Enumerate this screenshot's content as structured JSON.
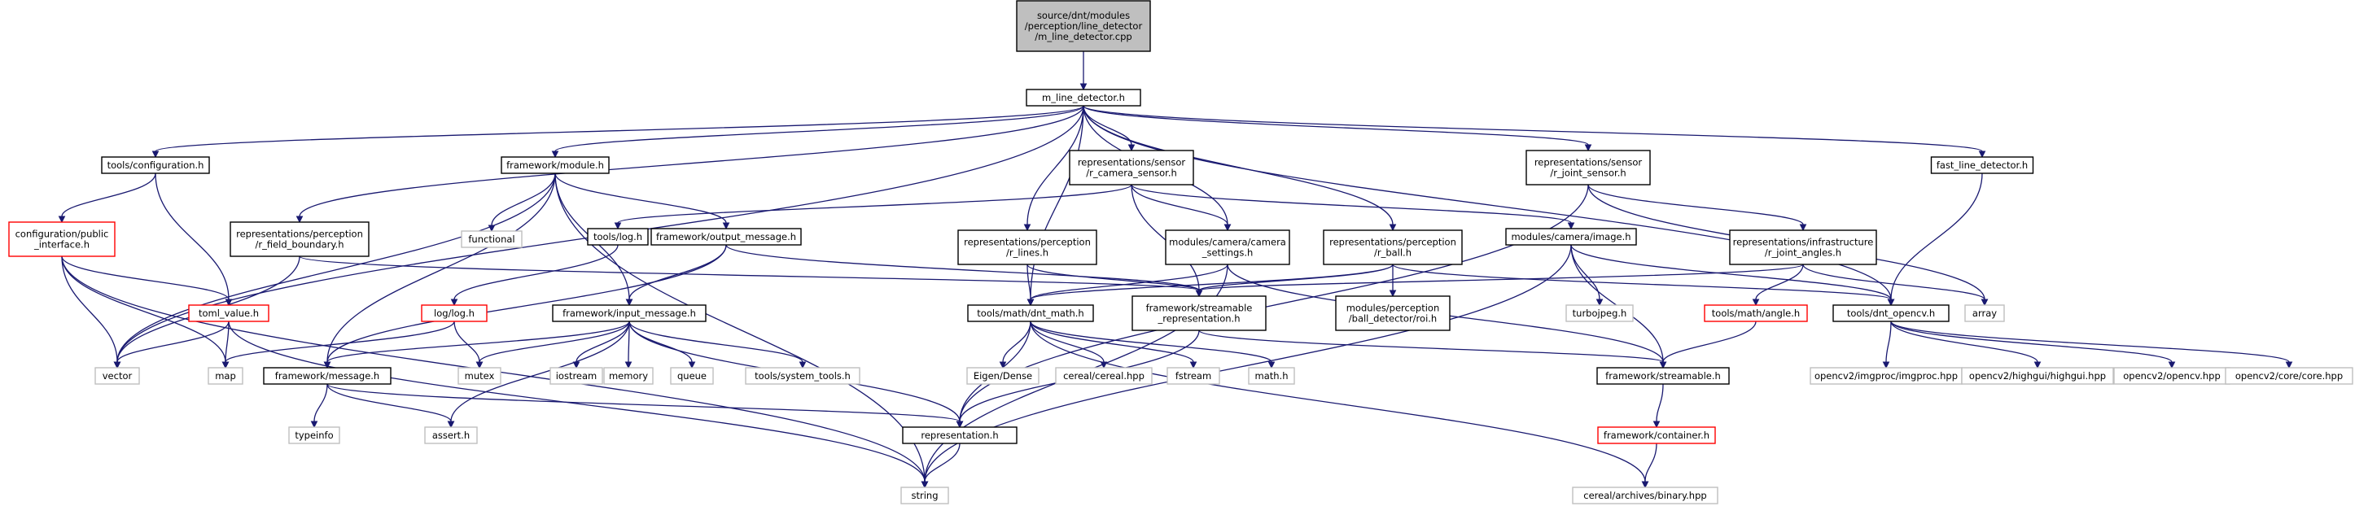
{
  "graph": {
    "colors": {
      "edge": "#191970",
      "root_fill": "#bfbfbf",
      "root_border": "#000000",
      "documented_border": "#000000",
      "undocumented_border": "#bfbfbf",
      "incomplete_border": "#ff0000"
    },
    "nodes": [
      {
        "id": "root",
        "label": "source/dnt/modules\n/perception/line_detector\n/m_line_detector.cpp",
        "style": "root"
      },
      {
        "id": "mld",
        "label": "m_line_detector.h",
        "style": "documented"
      },
      {
        "id": "conf",
        "label": "tools/configuration.h",
        "style": "documented"
      },
      {
        "id": "fmod",
        "label": "framework/module.h",
        "style": "documented"
      },
      {
        "id": "rcam",
        "label": "representations/sensor\n/r_camera_sensor.h",
        "style": "documented"
      },
      {
        "id": "rjoint",
        "label": "representations/sensor\n/r_joint_sensor.h",
        "style": "documented"
      },
      {
        "id": "fld",
        "label": "fast_line_detector.h",
        "style": "documented"
      },
      {
        "id": "cpi",
        "label": "configuration/public\n_interface.h",
        "style": "incomplete"
      },
      {
        "id": "rfb",
        "label": "representations/perception\n/r_field_boundary.h",
        "style": "documented"
      },
      {
        "id": "func",
        "label": "functional",
        "style": "undocumented"
      },
      {
        "id": "tlog",
        "label": "tools/log.h",
        "style": "documented"
      },
      {
        "id": "fout",
        "label": "framework/output_message.h",
        "style": "documented"
      },
      {
        "id": "rlines",
        "label": "representations/perception\n/r_lines.h",
        "style": "documented"
      },
      {
        "id": "mcs",
        "label": "modules/camera/camera\n_settings.h",
        "style": "documented"
      },
      {
        "id": "rball",
        "label": "representations/perception\n/r_ball.h",
        "style": "documented"
      },
      {
        "id": "mimg",
        "label": "modules/camera/image.h",
        "style": "documented"
      },
      {
        "id": "rja",
        "label": "representations/infrastructure\n/r_joint_angles.h",
        "style": "documented"
      },
      {
        "id": "toml",
        "label": "toml_value.h",
        "style": "incomplete"
      },
      {
        "id": "loglog",
        "label": "log/log.h",
        "style": "incomplete"
      },
      {
        "id": "fin",
        "label": "framework/input_message.h",
        "style": "documented"
      },
      {
        "id": "dmath",
        "label": "tools/math/dnt_math.h",
        "style": "documented"
      },
      {
        "id": "fsr",
        "label": "framework/streamable\n_representation.h",
        "style": "documented"
      },
      {
        "id": "roi",
        "label": "modules/perception\n/ball_detector/roi.h",
        "style": "documented"
      },
      {
        "id": "turbo",
        "label": "turbojpeg.h",
        "style": "undocumented"
      },
      {
        "id": "angle",
        "label": "tools/math/angle.h",
        "style": "incomplete"
      },
      {
        "id": "ocv",
        "label": "tools/dnt_opencv.h",
        "style": "documented"
      },
      {
        "id": "array",
        "label": "array",
        "style": "undocumented"
      },
      {
        "id": "vector",
        "label": "vector",
        "style": "undocumented"
      },
      {
        "id": "map",
        "label": "map",
        "style": "undocumented"
      },
      {
        "id": "fmsg",
        "label": "framework/message.h",
        "style": "documented"
      },
      {
        "id": "mutex",
        "label": "mutex",
        "style": "undocumented"
      },
      {
        "id": "iostream",
        "label": "iostream",
        "style": "undocumented"
      },
      {
        "id": "memory",
        "label": "memory",
        "style": "undocumented"
      },
      {
        "id": "queue",
        "label": "queue",
        "style": "undocumented"
      },
      {
        "id": "tsys",
        "label": "tools/system_tools.h",
        "style": "undocumented"
      },
      {
        "id": "eigen",
        "label": "Eigen/Dense",
        "style": "undocumented"
      },
      {
        "id": "cereal",
        "label": "cereal/cereal.hpp",
        "style": "undocumented"
      },
      {
        "id": "fstream",
        "label": "fstream",
        "style": "undocumented"
      },
      {
        "id": "mathh",
        "label": "math.h",
        "style": "undocumented"
      },
      {
        "id": "fstream2",
        "label": "framework/streamable.h",
        "style": "documented"
      },
      {
        "id": "imgproc",
        "label": "opencv2/imgproc/imgproc.hpp",
        "style": "undocumented"
      },
      {
        "id": "highgui",
        "label": "opencv2/highgui/highgui.hpp",
        "style": "undocumented"
      },
      {
        "id": "opencv",
        "label": "opencv2/opencv.hpp",
        "style": "undocumented"
      },
      {
        "id": "ocore",
        "label": "opencv2/core/core.hpp",
        "style": "undocumented"
      },
      {
        "id": "typeinfo",
        "label": "typeinfo",
        "style": "undocumented"
      },
      {
        "id": "assert",
        "label": "assert.h",
        "style": "undocumented"
      },
      {
        "id": "repr",
        "label": "representation.h",
        "style": "documented"
      },
      {
        "id": "fcont",
        "label": "framework/container.h",
        "style": "incomplete"
      },
      {
        "id": "string",
        "label": "string",
        "style": "undocumented"
      },
      {
        "id": "binary",
        "label": "cereal/archives/binary.hpp",
        "style": "undocumented"
      }
    ],
    "edges": [
      [
        "root",
        "mld"
      ],
      [
        "mld",
        "conf"
      ],
      [
        "mld",
        "fmod"
      ],
      [
        "mld",
        "rcam"
      ],
      [
        "mld",
        "rjoint"
      ],
      [
        "mld",
        "fld"
      ],
      [
        "mld",
        "rfb"
      ],
      [
        "mld",
        "rlines"
      ],
      [
        "mld",
        "mcs"
      ],
      [
        "mld",
        "rball"
      ],
      [
        "mld",
        "dmath"
      ],
      [
        "mld",
        "ocv"
      ],
      [
        "mld",
        "vector"
      ],
      [
        "conf",
        "cpi"
      ],
      [
        "conf",
        "toml"
      ],
      [
        "cpi",
        "toml"
      ],
      [
        "cpi",
        "vector"
      ],
      [
        "cpi",
        "map"
      ],
      [
        "cpi",
        "string"
      ],
      [
        "toml",
        "vector"
      ],
      [
        "toml",
        "map"
      ],
      [
        "toml",
        "string"
      ],
      [
        "fmod",
        "vector"
      ],
      [
        "fmod",
        "func"
      ],
      [
        "fmod",
        "fout"
      ],
      [
        "fmod",
        "fin"
      ],
      [
        "fmod",
        "fmsg"
      ],
      [
        "fmod",
        "string"
      ],
      [
        "rfb",
        "vector"
      ],
      [
        "rfb",
        "fsr"
      ],
      [
        "rcam",
        "tlog"
      ],
      [
        "rcam",
        "mcs"
      ],
      [
        "rcam",
        "mimg"
      ],
      [
        "rcam",
        "fsr"
      ],
      [
        "tlog",
        "loglog"
      ],
      [
        "loglog",
        "map"
      ],
      [
        "loglog",
        "mutex"
      ],
      [
        "fout",
        "fin"
      ],
      [
        "fout",
        "fmsg"
      ],
      [
        "fout",
        "fsr"
      ],
      [
        "fin",
        "fmsg"
      ],
      [
        "fin",
        "mutex"
      ],
      [
        "fin",
        "iostream"
      ],
      [
        "fin",
        "memory"
      ],
      [
        "fin",
        "queue"
      ],
      [
        "fin",
        "tsys"
      ],
      [
        "fin",
        "assert"
      ],
      [
        "fin",
        "repr"
      ],
      [
        "rlines",
        "dmath"
      ],
      [
        "rlines",
        "fsr"
      ],
      [
        "mcs",
        "dmath"
      ],
      [
        "mcs",
        "fstream2"
      ],
      [
        "mcs",
        "string"
      ],
      [
        "rball",
        "dmath"
      ],
      [
        "rball",
        "fsr"
      ],
      [
        "rball",
        "roi"
      ],
      [
        "rball",
        "ocv"
      ],
      [
        "mimg",
        "turbo"
      ],
      [
        "mimg",
        "fstream2"
      ],
      [
        "mimg",
        "ocv"
      ],
      [
        "mimg",
        "string"
      ],
      [
        "rjoint",
        "rja"
      ],
      [
        "rjoint",
        "array"
      ],
      [
        "rjoint",
        "repr"
      ],
      [
        "rja",
        "fsr"
      ],
      [
        "rja",
        "angle"
      ],
      [
        "rja",
        "array"
      ],
      [
        "angle",
        "fstream2"
      ],
      [
        "fld",
        "ocv"
      ],
      [
        "ocv",
        "imgproc"
      ],
      [
        "ocv",
        "highgui"
      ],
      [
        "ocv",
        "opencv"
      ],
      [
        "ocv",
        "ocore"
      ],
      [
        "dmath",
        "eigen"
      ],
      [
        "dmath",
        "cereal"
      ],
      [
        "dmath",
        "fstream"
      ],
      [
        "dmath",
        "mathh"
      ],
      [
        "dmath",
        "binary"
      ],
      [
        "dmath",
        "repr"
      ],
      [
        "fsr",
        "fstream2"
      ],
      [
        "fsr",
        "repr"
      ],
      [
        "fstream2",
        "fcont"
      ],
      [
        "fcont",
        "binary"
      ],
      [
        "fmsg",
        "typeinfo"
      ],
      [
        "fmsg",
        "assert"
      ],
      [
        "fmsg",
        "repr"
      ],
      [
        "repr",
        "string"
      ]
    ]
  }
}
